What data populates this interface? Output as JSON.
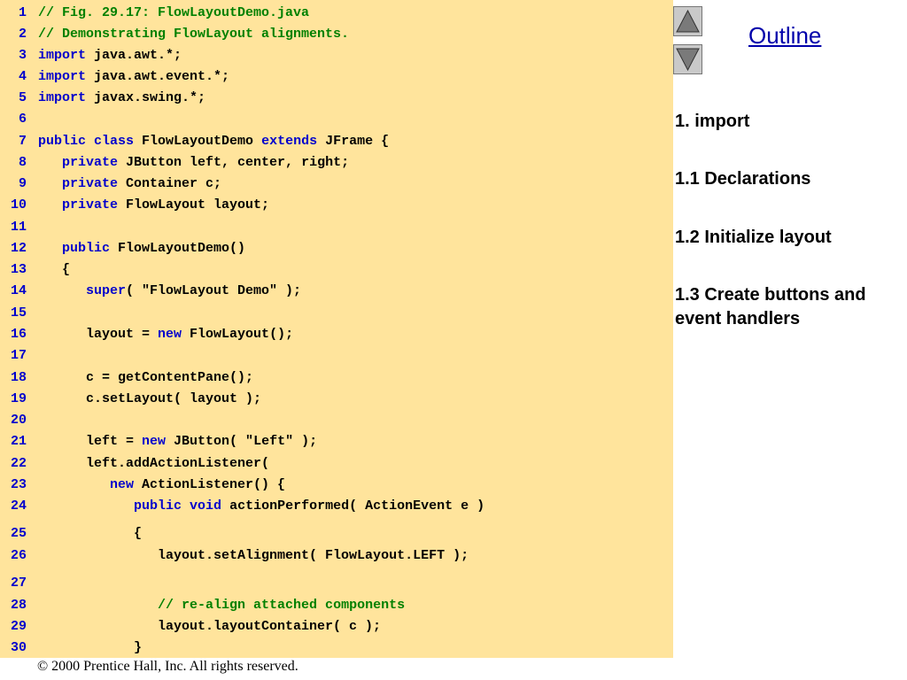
{
  "code_lines": [
    {
      "num": "1",
      "tokens": [
        {
          "t": "// Fig. 29.17: FlowLayoutDemo.java",
          "c": "cm"
        }
      ]
    },
    {
      "num": "2",
      "tokens": [
        {
          "t": "// Demonstrating FlowLayout alignments.",
          "c": "cm"
        }
      ]
    },
    {
      "num": "3",
      "tokens": [
        {
          "t": "import",
          "c": "kw"
        },
        {
          "t": " java.awt.*;",
          "c": ""
        }
      ]
    },
    {
      "num": "4",
      "tokens": [
        {
          "t": "import",
          "c": "kw"
        },
        {
          "t": " java.awt.event.*;",
          "c": ""
        }
      ]
    },
    {
      "num": "5",
      "tokens": [
        {
          "t": "import",
          "c": "kw"
        },
        {
          "t": " javax.swing.*;",
          "c": ""
        }
      ]
    },
    {
      "num": "6",
      "tokens": []
    },
    {
      "num": "7",
      "tokens": [
        {
          "t": "public class",
          "c": "kw"
        },
        {
          "t": " FlowLayoutDemo ",
          "c": ""
        },
        {
          "t": "extends",
          "c": "kw"
        },
        {
          "t": " JFrame {",
          "c": ""
        }
      ]
    },
    {
      "num": "8",
      "tokens": [
        {
          "t": "   ",
          "c": ""
        },
        {
          "t": "private",
          "c": "kw"
        },
        {
          "t": " JButton left, center, right;",
          "c": ""
        }
      ]
    },
    {
      "num": "9",
      "tokens": [
        {
          "t": "   ",
          "c": ""
        },
        {
          "t": "private",
          "c": "kw"
        },
        {
          "t": " Container c;",
          "c": ""
        }
      ]
    },
    {
      "num": "10",
      "tokens": [
        {
          "t": "   ",
          "c": ""
        },
        {
          "t": "private",
          "c": "kw"
        },
        {
          "t": " FlowLayout layout;",
          "c": ""
        }
      ]
    },
    {
      "num": "11",
      "tokens": []
    },
    {
      "num": "12",
      "tokens": [
        {
          "t": "   ",
          "c": ""
        },
        {
          "t": "public",
          "c": "kw"
        },
        {
          "t": " FlowLayoutDemo()",
          "c": ""
        }
      ]
    },
    {
      "num": "13",
      "tokens": [
        {
          "t": "   {",
          "c": ""
        }
      ]
    },
    {
      "num": "14",
      "tokens": [
        {
          "t": "      ",
          "c": ""
        },
        {
          "t": "super",
          "c": "kw"
        },
        {
          "t": "( \"FlowLayout Demo\" );",
          "c": ""
        }
      ]
    },
    {
      "num": "15",
      "tokens": []
    },
    {
      "num": "16",
      "tokens": [
        {
          "t": "      layout = ",
          "c": ""
        },
        {
          "t": "new",
          "c": "kw"
        },
        {
          "t": " FlowLayout();",
          "c": ""
        }
      ]
    },
    {
      "num": "17",
      "tokens": []
    },
    {
      "num": "18",
      "tokens": [
        {
          "t": "      c = getContentPane();",
          "c": ""
        }
      ]
    },
    {
      "num": "19",
      "tokens": [
        {
          "t": "      c.setLayout( layout );",
          "c": ""
        }
      ]
    },
    {
      "num": "20",
      "tokens": []
    },
    {
      "num": "21",
      "tokens": [
        {
          "t": "      left = ",
          "c": ""
        },
        {
          "t": "new",
          "c": "kw"
        },
        {
          "t": " JButton( \"Left\" );",
          "c": ""
        }
      ]
    },
    {
      "num": "22",
      "tokens": [
        {
          "t": "      left.addActionListener(",
          "c": ""
        }
      ]
    },
    {
      "num": "23",
      "tokens": [
        {
          "t": "         ",
          "c": ""
        },
        {
          "t": "new",
          "c": "kw"
        },
        {
          "t": " ActionListener() {",
          "c": ""
        }
      ]
    },
    {
      "num": "24",
      "tokens": [
        {
          "t": "            ",
          "c": ""
        },
        {
          "t": "public void",
          "c": "kw"
        },
        {
          "t": " actionPerformed( ActionEvent e )",
          "c": ""
        }
      ]
    },
    {
      "num": "25",
      "tokens": [
        {
          "t": "            {",
          "c": ""
        }
      ]
    },
    {
      "num": "26",
      "tokens": [
        {
          "t": "               layout.setAlignment( FlowLayout.LEFT );",
          "c": ""
        }
      ]
    },
    {
      "num": "27",
      "tokens": []
    },
    {
      "num": "28",
      "tokens": [
        {
          "t": "               ",
          "c": ""
        },
        {
          "t": "// re-align attached components",
          "c": "cm"
        }
      ]
    },
    {
      "num": "29",
      "tokens": [
        {
          "t": "               layout.layoutContainer( c );",
          "c": ""
        }
      ]
    },
    {
      "num": "30",
      "tokens": [
        {
          "t": "            }",
          "c": ""
        }
      ]
    }
  ],
  "outline": {
    "title": "Outline",
    "items": [
      "1. import",
      "1.1 Declarations",
      "1.2 Initialize layout",
      "1.3 Create buttons and event handlers"
    ]
  },
  "nav": {
    "up_icon": "triangle-up-icon",
    "down_icon": "triangle-down-icon"
  },
  "footer": {
    "copyright": "© 2000 Prentice Hall, Inc.  All rights reserved."
  },
  "colors": {
    "code_background": "#ffe49c",
    "keyword": "#0000cc",
    "comment": "#008000",
    "line_number": "#0000cc",
    "outline_link": "#0000aa"
  }
}
